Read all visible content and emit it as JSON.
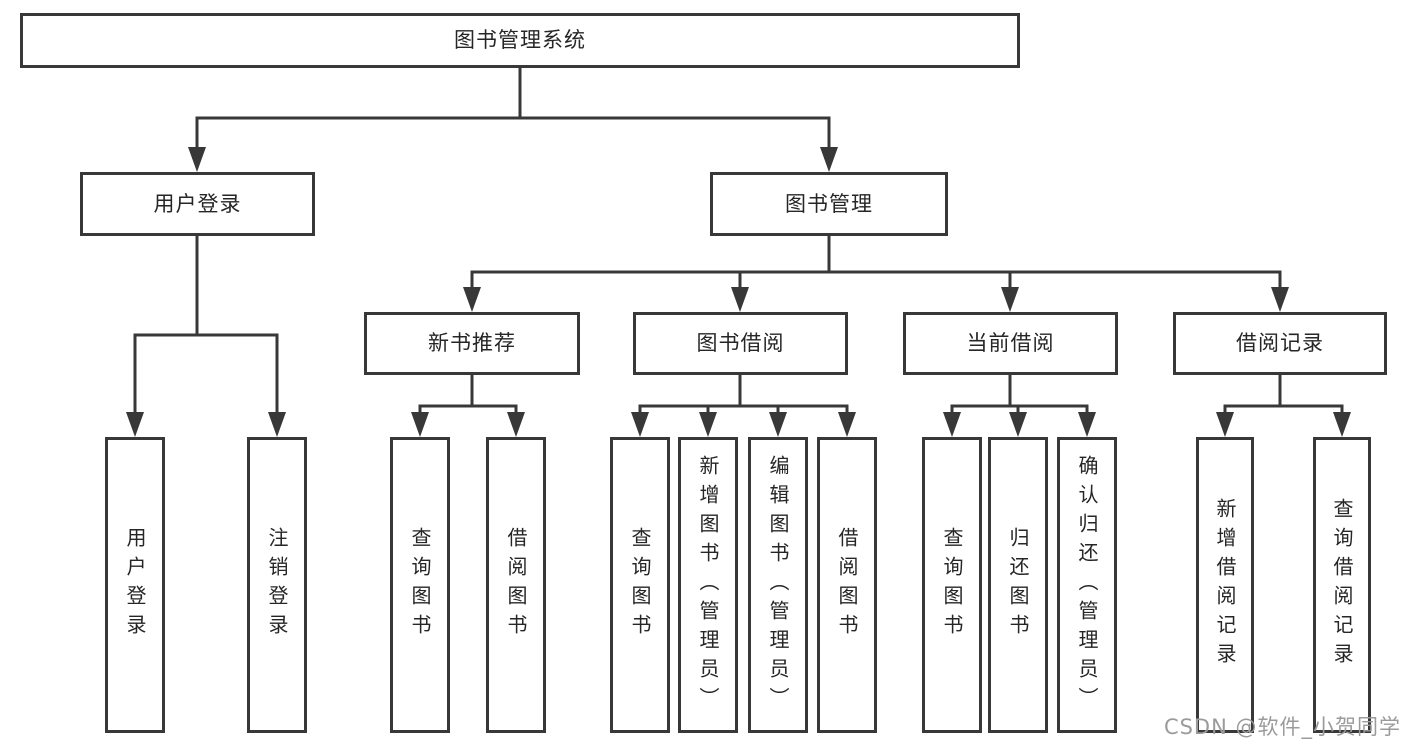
{
  "watermark": "CSDN @软件_小贺同学",
  "colors": {
    "line": "#383838",
    "box_border": "#383838",
    "text": "#262626",
    "watermark": "#9b9b9b",
    "background": "#ffffff"
  },
  "tree": {
    "label": "图书管理系统",
    "children": [
      {
        "label": "用户登录",
        "children": [
          {
            "label": "用户登录"
          },
          {
            "label": "注销登录"
          }
        ]
      },
      {
        "label": "图书管理",
        "children": [
          {
            "label": "新书推荐",
            "children": [
              {
                "label": "查询图书"
              },
              {
                "label": "借阅图书"
              }
            ]
          },
          {
            "label": "图书借阅",
            "children": [
              {
                "label": "查询图书"
              },
              {
                "label": "新增图书（管理员）"
              },
              {
                "label": "编辑图书（管理员）"
              },
              {
                "label": "借阅图书"
              }
            ]
          },
          {
            "label": "当前借阅",
            "children": [
              {
                "label": "查询图书"
              },
              {
                "label": "归还图书"
              },
              {
                "label": "确认归还（管理员）"
              }
            ]
          },
          {
            "label": "借阅记录",
            "children": [
              {
                "label": "新增借阅记录"
              },
              {
                "label": "查询借阅记录"
              }
            ]
          }
        ]
      }
    ]
  }
}
